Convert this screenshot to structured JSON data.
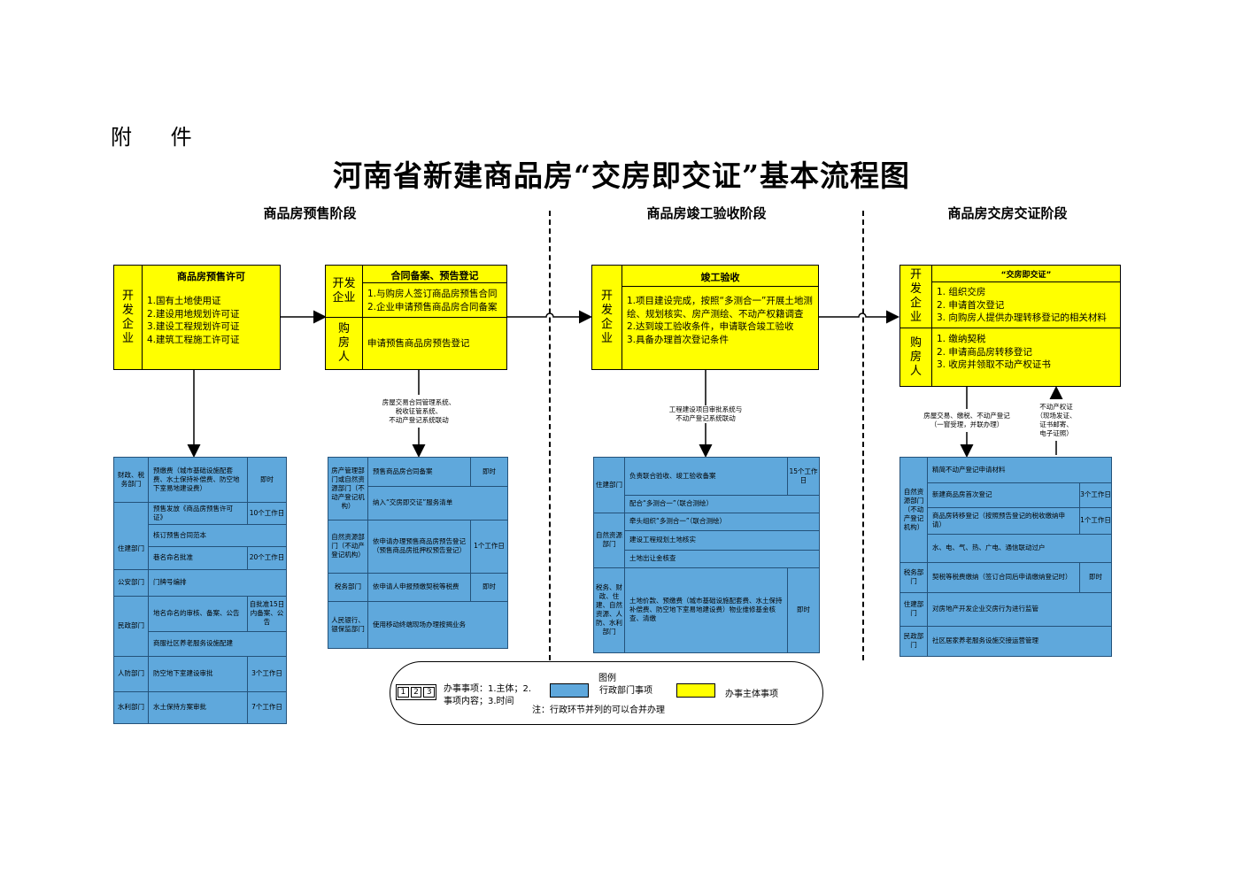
{
  "page": {
    "annex": "附 件",
    "title": "河南省新建商品房“交房即交证”基本流程图"
  },
  "phases": [
    "商品房预售阶段",
    "商品房竣工验收阶段",
    "商品房交房交证阶段"
  ],
  "boxes": {
    "presale_permit": {
      "subject": "开发企业",
      "header": "商品房预售许可",
      "items": [
        "1.国有土地使用证",
        "2.建设用地规划许可证",
        "3.建设工程规划许可证",
        "4.建筑工程施工许可证"
      ]
    },
    "contract_filing": {
      "subject1": "开发企业",
      "header": "合同备案、预告登记",
      "items1": [
        "1.与购房人签订商品房预售合同",
        "2.企业申请预售商品房合同备案"
      ],
      "subject2": "购房人",
      "item2": "申请预售商品房预告登记"
    },
    "completion": {
      "subject": "开发企业",
      "header": "竣工验收",
      "items": [
        "1.项目建设完成，按照“多测合一”开展土地测绘、规划核实、房产测绘、不动产权籍调查",
        "2.达到竣工验收条件，申请联合竣工验收",
        "3.具备办理首次登记条件"
      ]
    },
    "delivery": {
      "subject1": "开发企业",
      "header": "“交房即交证”",
      "items1": [
        "1. 组织交房",
        "2. 申请首次登记",
        "3. 向购房人提供办理转移登记的相关材料"
      ],
      "subject2": "购房人",
      "items2": [
        "1. 缴纳契税",
        "2. 申请商品房转移登记",
        "3. 收房并领取不动产权证书"
      ]
    }
  },
  "notes": {
    "contract": [
      "房屋交易合同管理系统、",
      "税收征管系统、",
      "不动产登记系统联动"
    ],
    "completion": [
      "工程建设项目审批系统与",
      "不动产登记系统联动"
    ],
    "delivery_left": [
      "房屋交易、缴税、不动产登记",
      "（一窗受理，并联办理）"
    ],
    "delivery_right": [
      "不动产权证",
      "（现场发证、",
      "证书邮寄、",
      "电子证照）"
    ]
  },
  "tables": {
    "t1": [
      {
        "dept": "财政、税务部门",
        "text": "预缴费（城市基础设施配套费、水土保持补偿费、防空地下室易地建设费）",
        "time": "即时"
      },
      {
        "dept": "住建部门",
        "text": "预售发放《商品房预售许可证》",
        "time": "10个工作日"
      },
      {
        "dept": "",
        "text": "核订预售合同范本",
        "time": ""
      },
      {
        "dept": "",
        "text": "巷名命名批准",
        "time": "20个工作日"
      },
      {
        "dept": "公安部门",
        "text": "门牌号编排",
        "time": ""
      },
      {
        "dept": "民政部门",
        "text": "地名命名的审核、备案、公告",
        "time": "自批准15日内备案、公告"
      },
      {
        "dept": "",
        "text": "商服社区养老服务设施配建",
        "time": ""
      },
      {
        "dept": "人防部门",
        "text": "防空地下室建设审批",
        "time": "3个工作日"
      },
      {
        "dept": "水利部门",
        "text": "水土保持方案审批",
        "time": "7个工作日"
      }
    ],
    "t2": [
      {
        "dept": "房产管理部门或自然资源部门（不动产登记机构）",
        "text": "预售商品房合同备案",
        "time": "即时"
      },
      {
        "dept": "",
        "text": "纳入“交房即交证”服务清单",
        "time": ""
      },
      {
        "dept": "自然资源部门（不动产登记机构）",
        "text": "依申请办理预售商品房预告登记（预售商品房抵押权预告登记）",
        "time": "1个工作日"
      },
      {
        "dept": "税务部门",
        "text": "依申请人申报预缴契税等税费",
        "time": "即时"
      },
      {
        "dept": "人民银行、银保监部门",
        "text": "使用移动终端现场办理按揭业务",
        "time": ""
      }
    ],
    "t3": [
      {
        "dept": "住建部门",
        "text": "负责联合验收、竣工验收备案",
        "time": "15个工作日"
      },
      {
        "dept": "",
        "text": "配合“多测合一”（联合测绘）",
        "time": ""
      },
      {
        "dept": "自然资源部门",
        "text": "牵头组织“多测合一”（联合测绘）",
        "time": ""
      },
      {
        "dept": "",
        "text": "建设工程规划土地核实",
        "time": ""
      },
      {
        "dept": "",
        "text": "土地出让金核查",
        "time": ""
      },
      {
        "dept": "税务、财政、住建、自然资源、人防、水利部门",
        "text": "土地价款、预缴费（城市基础设施配套费、水土保持补偿费、防空地下室易地建设费）物业维修基金核查、清缴",
        "time": "即时"
      }
    ],
    "t4": [
      {
        "dept": "自然资源部门（不动产登记机构）",
        "text": "精简不动产登记申请材料",
        "time": ""
      },
      {
        "dept": "",
        "text": "新建商品房首次登记",
        "time": "3个工作日"
      },
      {
        "dept": "",
        "text": "商品房转移登记（按照预告登记的税收缴纳申请）",
        "time": "1个工作日"
      },
      {
        "dept": "",
        "text": "水、电、气、热、广电、通信联动过户",
        "time": ""
      },
      {
        "dept": "税务部门",
        "text": "契税等税费缴纳（签订合同后申请缴纳登记时）",
        "time": "即时"
      },
      {
        "dept": "住建部门",
        "text": "对房地产开发企业交房行为进行监管",
        "time": ""
      },
      {
        "dept": "民政部门",
        "text": "社区居家养老服务设施交接运营管理",
        "time": ""
      }
    ]
  },
  "legend": {
    "title": "图例",
    "nums": [
      "1",
      "2",
      "3"
    ],
    "nums_desc": [
      "办事事项：1.主体；2.",
      "事项内容；3.时间"
    ],
    "blue_label": "行政部门事项",
    "yellow_label": "办事主体事项",
    "note": "注：行政环节并列的可以合并办理",
    "colors": {
      "blue": "#5fa8dc",
      "yellow": "#ffff00"
    }
  }
}
